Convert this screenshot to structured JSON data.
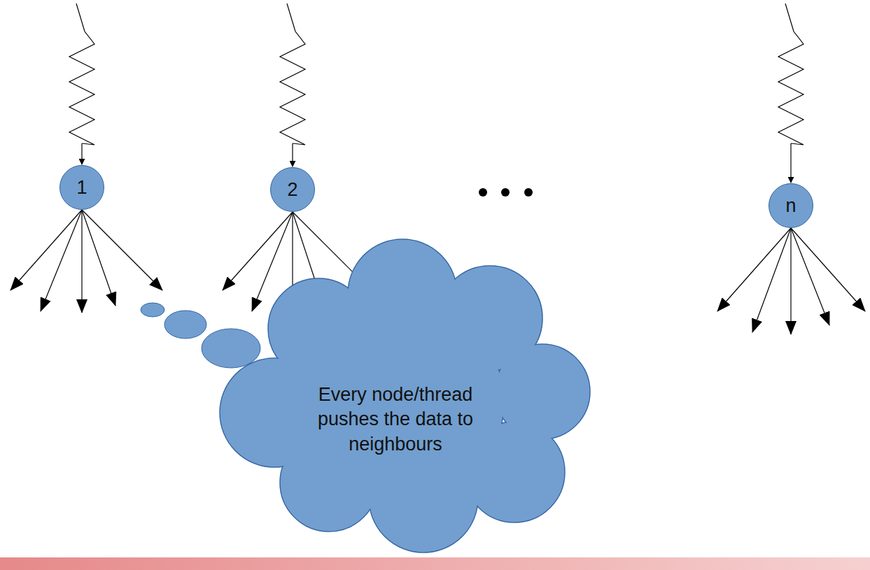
{
  "diagram": {
    "nodes": [
      {
        "text": [
          "1"
        ]
      },
      {
        "text": [
          "2"
        ]
      },
      {
        "text": [
          "n"
        ]
      },
      {
        "text": [
          "Every node/thread pushes the data to neighbours"
        ]
      }
    ]
  }
}
